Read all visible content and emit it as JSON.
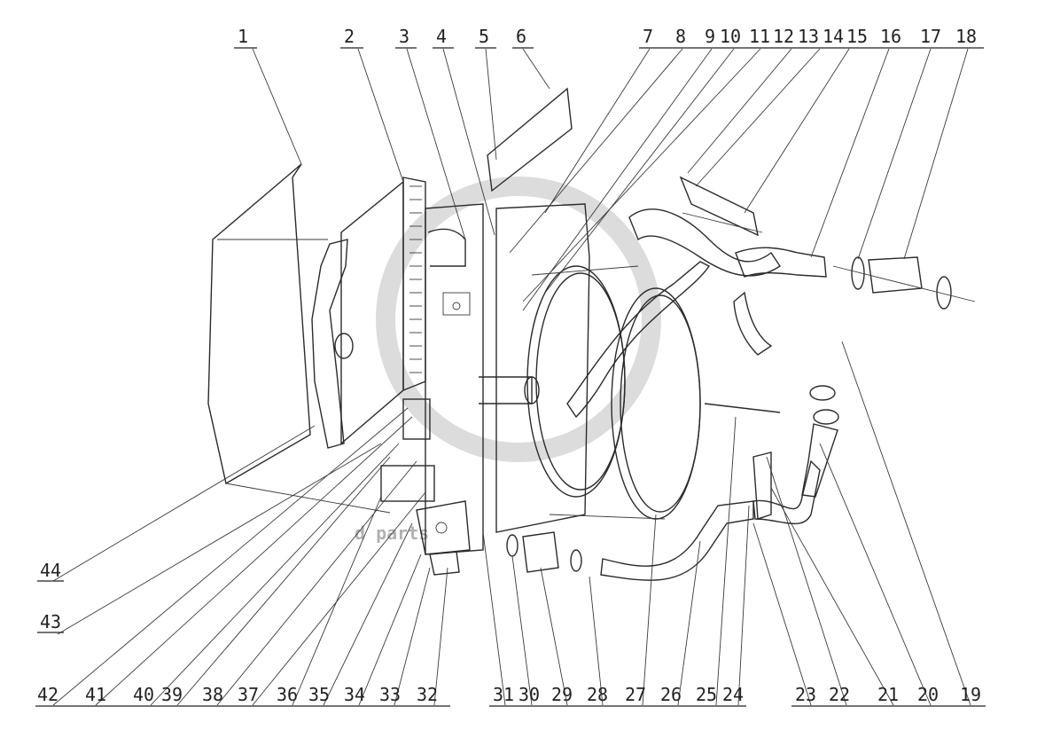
{
  "watermark": {
    "text": "d    parts",
    "color": "#9a9a9a"
  },
  "labels_top": [
    "1",
    "2",
    "3",
    "4",
    "5",
    "6",
    "7",
    "8",
    "9",
    "10",
    "11",
    "12",
    "13",
    "14",
    "15",
    "16",
    "17",
    "18"
  ],
  "labels_bottom": [
    "44",
    "43",
    "42",
    "41",
    "40",
    "39",
    "38",
    "37",
    "36",
    "35",
    "34",
    "33",
    "32",
    "31",
    "30",
    "29",
    "28",
    "27",
    "26",
    "25",
    "24",
    "23",
    "22",
    "21",
    "20",
    "19"
  ],
  "colors": {
    "line": "#2b2b2b",
    "text": "#222222",
    "background": "#ffffff"
  }
}
